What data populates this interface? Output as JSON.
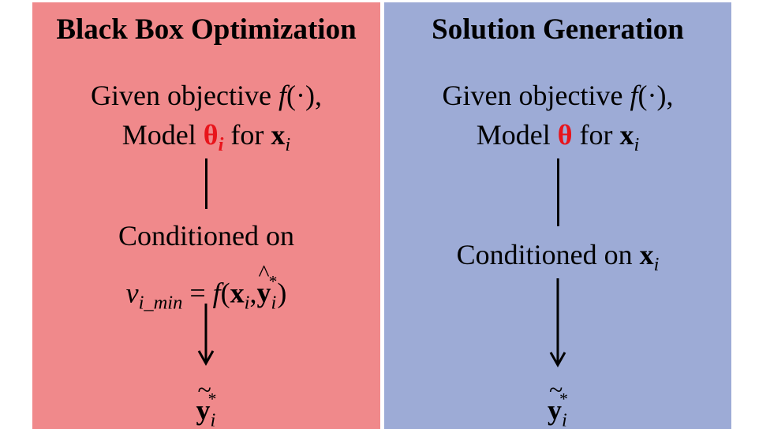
{
  "colors": {
    "left_panel": "#f0898b",
    "right_panel": "#9dabd6",
    "highlight": "#e8141b",
    "page": "#ffffff"
  },
  "left": {
    "title": "Black Box Optimization",
    "given_prefix": "Given objective ",
    "f": "f",
    "f_arg": "(·),",
    "model_prefix": "Model ",
    "theta": "θ",
    "theta_sub": "i",
    "for_text": " for ",
    "x": "x",
    "x_sub": "i",
    "conditioned": "Conditioned on",
    "v": "v",
    "v_sub": "i_min",
    "equals": " = ",
    "f2": "f",
    "open_paren": "(",
    "x2": "x",
    "x2_sub": "i",
    "comma": ",",
    "y_hat": "y",
    "y_hat_sub": "i",
    "y_hat_sup": "*",
    "hat_mark": "^",
    "close_paren": ")",
    "y_out": "y",
    "y_out_sub": "i",
    "y_out_sup": "*",
    "tilde_mark": "~"
  },
  "right": {
    "title": "Solution Generation",
    "given_prefix": "Given objective ",
    "f": "f",
    "f_arg": "(·),",
    "model_prefix": "Model ",
    "theta": "θ",
    "for_text": " for ",
    "x": "x",
    "x_sub": "i",
    "conditioned_prefix": "Conditioned on ",
    "x2": "x",
    "x2_sub": "i",
    "y_out": "y",
    "y_out_sub": "i",
    "y_out_sup": "*",
    "tilde_mark": "~"
  }
}
